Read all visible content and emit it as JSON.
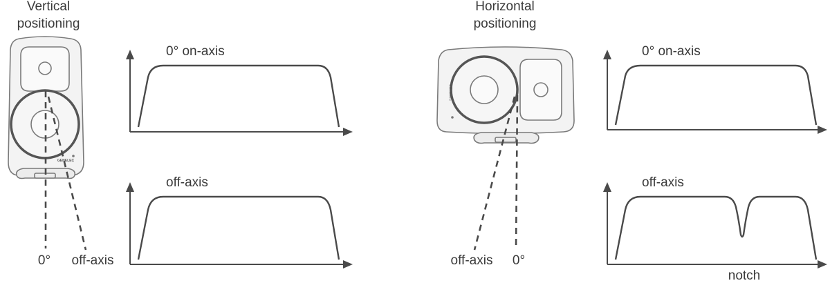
{
  "vertical": {
    "heading_line1": "Vertical",
    "heading_line2": "positioning",
    "on_axis_label": "0° on-axis",
    "off_axis_label": "off-axis",
    "zero_label": "0°",
    "offaxis_ray_label": "off-axis",
    "logo_text": "GENELEC"
  },
  "horizontal": {
    "heading_line1": "Horizontal",
    "heading_line2": "positioning",
    "on_axis_label": "0° on-axis",
    "off_axis_label": "off-axis",
    "offaxis_ray_label": "off-axis",
    "zero_label": "0°",
    "notch_label": "notch",
    "logo_text": "GENELEC"
  }
}
